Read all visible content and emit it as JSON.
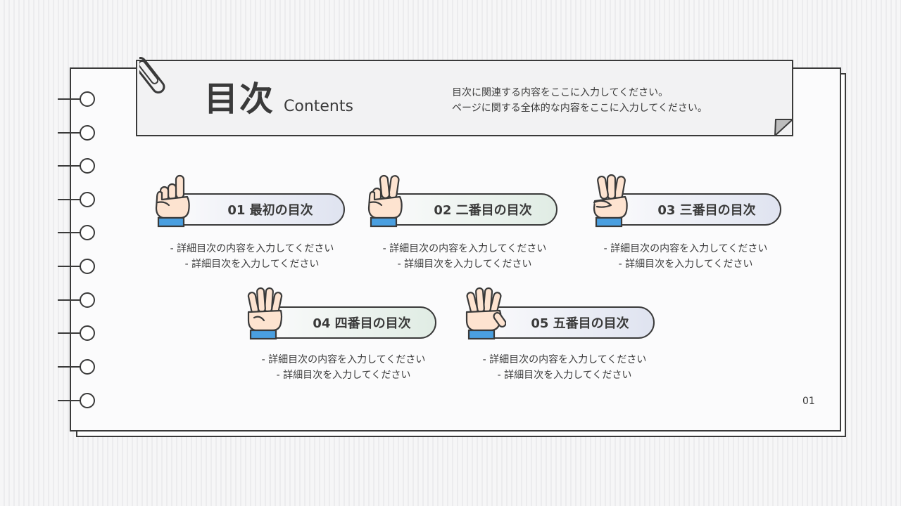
{
  "header": {
    "title": "目次",
    "subtitle": "Contents",
    "description_lines": [
      "目次に関連する内容をここに入力してください。",
      "ページに関する全体的な内容をここに入力してください。"
    ]
  },
  "sections": [
    {
      "label": "01 最初の目次",
      "details": [
        "- 詳細目次の内容を入力してください",
        "- 詳細目次を入力してください"
      ],
      "fingers": 1,
      "pill_color": "#dfe3f0"
    },
    {
      "label": "02 二番目の目次",
      "details": [
        "- 詳細目次の内容を入力してください",
        "- 詳細目次を入力してください"
      ],
      "fingers": 2,
      "pill_color": "#e0ece4"
    },
    {
      "label": "03 三番目の目次",
      "details": [
        "- 詳細目次の内容を入力してください",
        "- 詳細目次を入力してください"
      ],
      "fingers": 3,
      "pill_color": "#dfe3f0"
    },
    {
      "label": "04 四番目の目次",
      "details": [
        "- 詳細目次の内容を入力してください",
        "- 詳細目次を入力してください"
      ],
      "fingers": 4,
      "pill_color": "#e0ece4"
    },
    {
      "label": "05 五番目の目次",
      "details": [
        "- 詳細目次の内容を入力してください",
        "- 詳細目次を入力してください"
      ],
      "fingers": 5,
      "pill_color": "#dfe3f0"
    }
  ],
  "page_number": "01",
  "colors": {
    "outline": "#3a3a3a",
    "skin": "#fde3d0",
    "cuff": "#4a9fe0",
    "pill_blue": "#dfe3f0",
    "pill_green": "#e0ece4"
  },
  "icons": [
    "hand-one-finger-icon",
    "hand-two-fingers-icon",
    "hand-three-fingers-icon",
    "hand-four-fingers-icon",
    "hand-five-fingers-icon",
    "paperclip-icon",
    "spiral-ring-icon"
  ]
}
